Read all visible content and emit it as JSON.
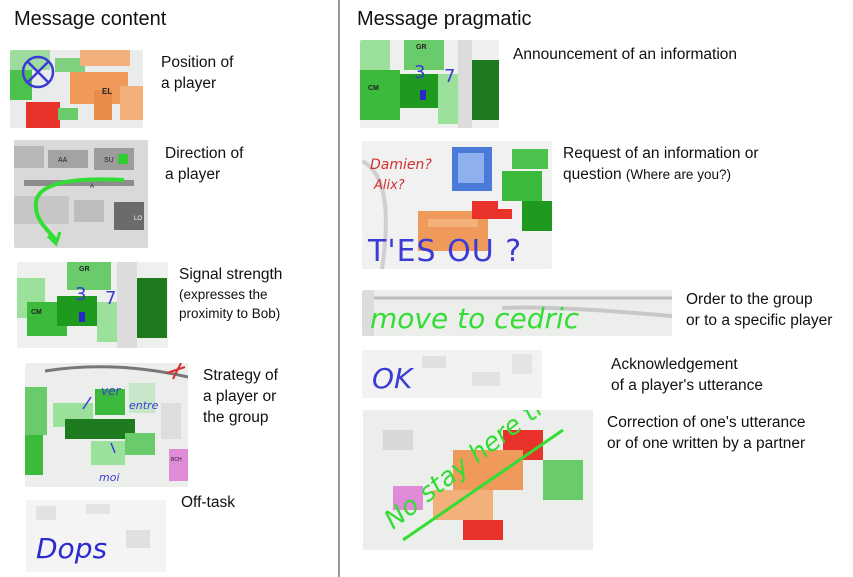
{
  "left": {
    "title": "Message content",
    "items": [
      {
        "line1": "Position of",
        "line2": "a player"
      },
      {
        "line1": "Direction of",
        "line2": "a player"
      },
      {
        "line1": "Signal strength",
        "note1": "(expresses the",
        "note2": "proximity to Bob)"
      },
      {
        "line1": "Strategy of",
        "line2": "a player or",
        "line3": "the group"
      },
      {
        "line1": "Off-task"
      }
    ]
  },
  "right": {
    "title": "Message pragmatic",
    "items": [
      {
        "line1": "Announcement of an information"
      },
      {
        "line1": "Request of an information or",
        "line2": "question",
        "note": "(Where are you?)"
      },
      {
        "line1": "Order to the group",
        "line2": "or to a specific player"
      },
      {
        "line1": "Acknowledgement",
        "line2": "of a player's utterance"
      },
      {
        "line1": "Correction of one's utterance",
        "line2": "or of one written by a partner"
      }
    ]
  },
  "map_labels": {
    "el": "EL",
    "gr": "GR",
    "cm": "CM",
    "aa": "AA",
    "su": "SU",
    "lo": "LO",
    "bch": "BCH",
    "a": "A"
  },
  "handwriting": {
    "damien": "Damien?",
    "alix": "Alix?",
    "tesou": "T'ES OU ?",
    "move": "move to cedric",
    "ok": "OK",
    "verb": "ver",
    "entre": "entre",
    "moi": "moi",
    "dops": "Dops",
    "no_stay": "No stay here they way"
  },
  "colors": {
    "map_bg": "#ececec",
    "green": "#3cba3c",
    "dark_green": "#1e7a1e",
    "light_green": "#9be09b",
    "orange": "#ef9a5a",
    "red": "#e8322a",
    "ink_blue": "#3b3bd6",
    "ink_green": "#33dd33",
    "ink_red": "#d43030"
  }
}
